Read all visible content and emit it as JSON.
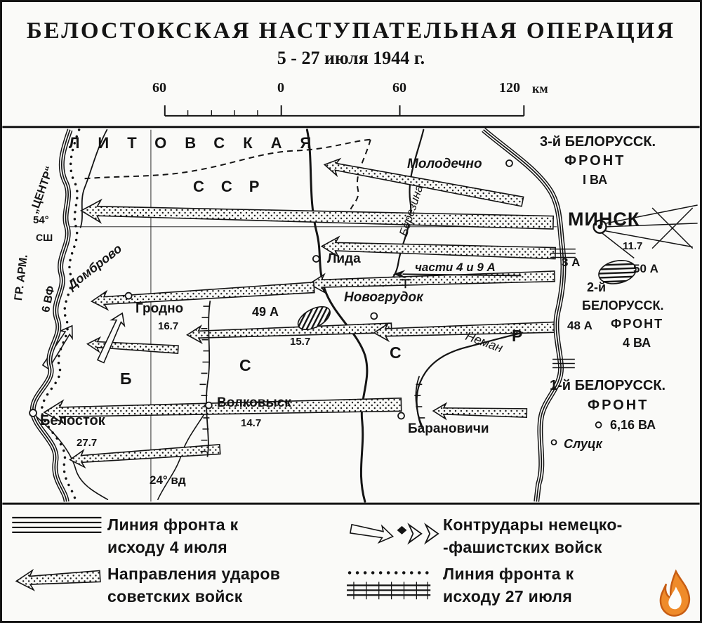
{
  "colors": {
    "ink": "#141414",
    "paper": "#fafaf8",
    "logo_flame": "#ef8b2a"
  },
  "title": {
    "line1": "БЕЛОСТОКСКАЯ НАСТУПАТЕЛЬНАЯ ОПЕРАЦИЯ",
    "line2": "5 - 27 июля 1944 г."
  },
  "scale": {
    "left60": "60",
    "zero": "0",
    "right60": "60",
    "v120": "120",
    "unit": "км"
  },
  "map": {
    "regions": {
      "litovskaya": "ЛИТОВСКАЯ",
      "ssr": "ССР",
      "bssr_b": "Б",
      "bssr_s1": "С",
      "bssr_s2": "С",
      "bssr_r": "Р"
    },
    "coords": {
      "lat": "54°",
      "lat_suffix": "СШ",
      "lon": "24° вд"
    },
    "rivers": {
      "berezina": "Березина",
      "neman": "Неман"
    },
    "cities": {
      "molodechno": "Молодечно",
      "minsk": "МИНСК",
      "lida": "Лида",
      "novogrudok": "Новогрудок",
      "grodno": "Гродно",
      "dombrovo": "Домброво",
      "volkovysk": "Волковыск",
      "belostok": "Белосток",
      "baranovichi": "Барановичи",
      "slutsk": "Слуцк"
    },
    "dates": {
      "minsk": "11.7",
      "lida_south": "15.7",
      "grodno": "16.7",
      "volkovysk": "14.7",
      "belostok": "27.7"
    },
    "units": {
      "a50": "50 А",
      "a3": "3 А",
      "a48": "48 А",
      "a49": "49 А",
      "parts_4_9": "части 4 и 9 А",
      "german_group_1": "ГР. АРМ.",
      "german_group_2": "„ЦЕНТР“",
      "german_air": "6 ВФ"
    },
    "fronts": {
      "f3_1": "3-й БЕЛОРУССК.",
      "f3_2": "ФРОНТ",
      "f3_3": "I ВА",
      "f2_1": "2-й",
      "f2_2": "БЕЛОРУССК.",
      "f2_3": "ФРОНТ",
      "f2_4": "4 ВА",
      "f1_1": "1-й БЕЛОРУССК.",
      "f1_2": "ФРОНТ",
      "f1_3": "6,16 ВА"
    }
  },
  "legend": {
    "front_4july_1": "Линия фронта к",
    "front_4july_2": "исходу 4 июля",
    "soviet_1": "Направления ударов",
    "soviet_2": "советских войск",
    "german_1": "Контрудары немецко-",
    "german_2": "-фашистских войск",
    "front_27july_1": "Линия фронта к",
    "front_27july_2": "исходу 27 июля"
  }
}
